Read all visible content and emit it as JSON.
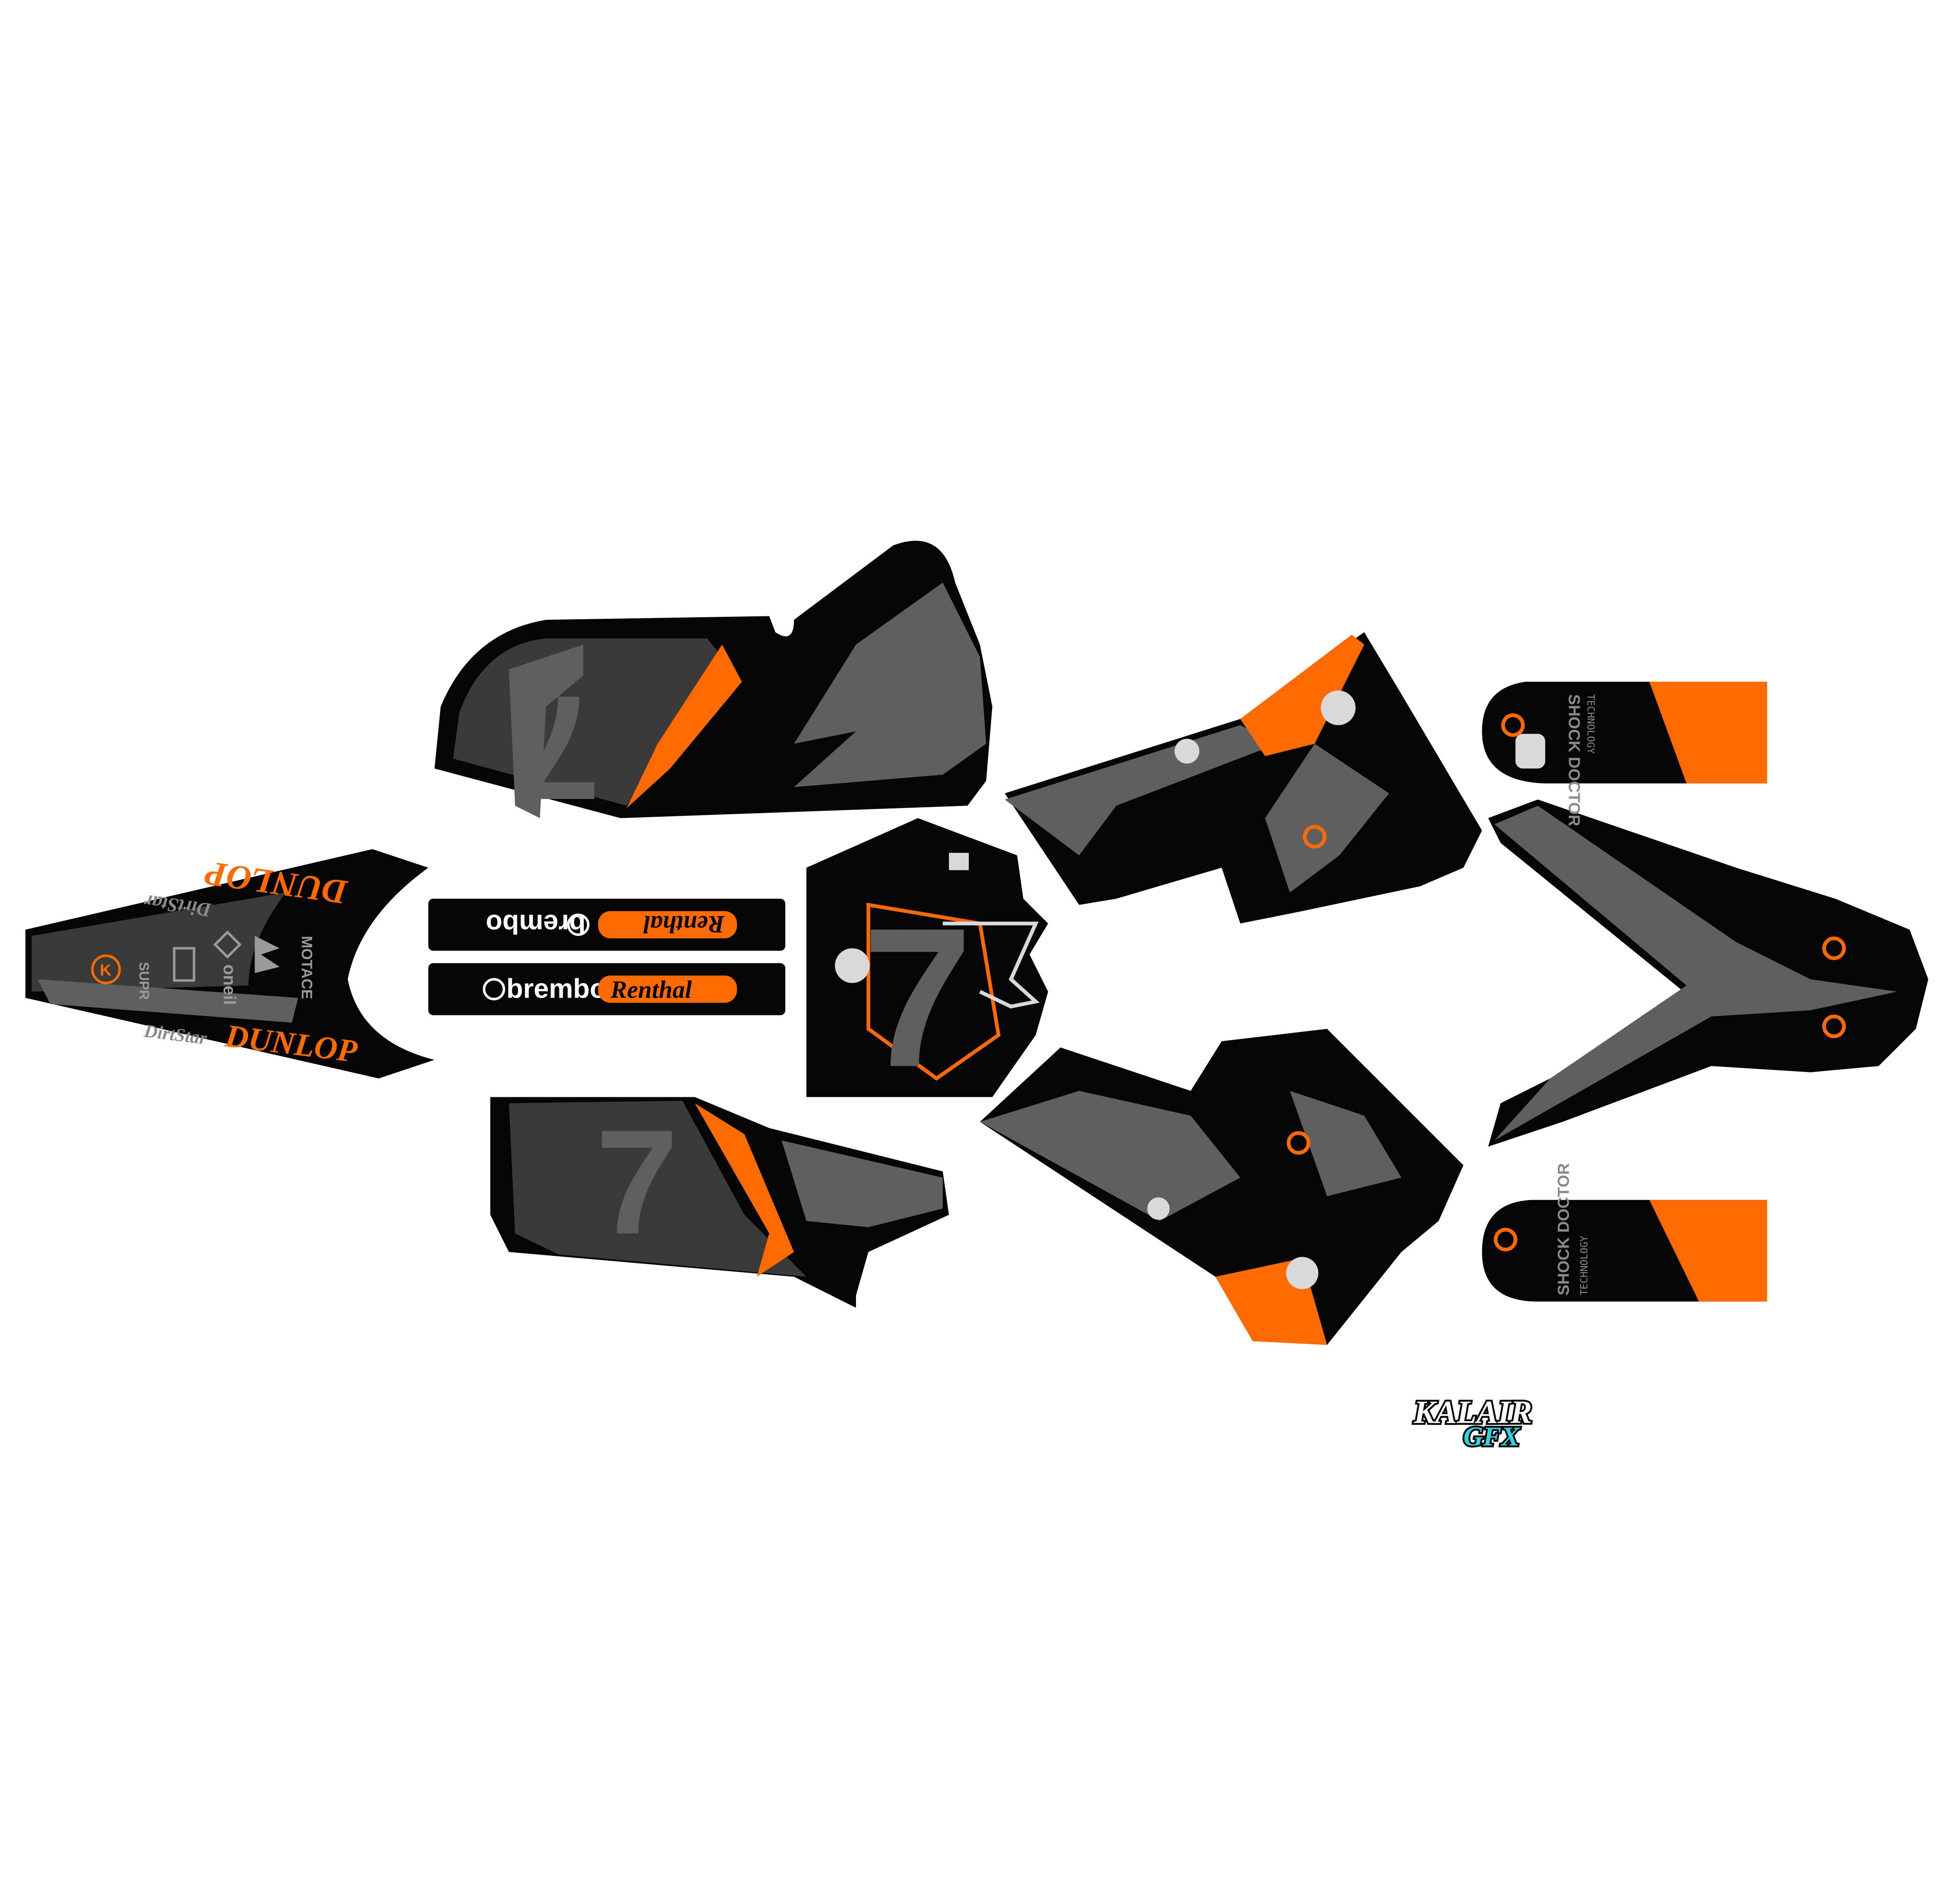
{
  "colors": {
    "background": "#ffffff",
    "black": "#050505",
    "dark_gray": "#3a3a3a",
    "mid_gray": "#5f5f5f",
    "light_gray": "#d9d9d9",
    "orange": "#ff6a00",
    "cyan": "#2fd3e0"
  },
  "rear_fender": {
    "brand_top": "DUNLOP",
    "brand_bottom": "DUNLOP",
    "tire_top": "DirtStar",
    "tire_bottom": "DirtStar",
    "logos": [
      "MOTACE",
      "SUPR",
      "oneil"
    ],
    "icons": [
      "k-circle-logo-icon",
      "diamond-logo-icon",
      "wing-logo-icon",
      "square-badge-icon"
    ]
  },
  "fork_guards": {
    "upper": {
      "brand_a": "brembo",
      "brand_b": "Renthal",
      "mirrored": true
    },
    "lower": {
      "brand_a": "brembo",
      "brand_b": "Renthal",
      "mirrored": false
    }
  },
  "number_plates": {
    "front": "7",
    "side_upper": "7",
    "side_lower": "7"
  },
  "fork_decals": {
    "upper": {
      "brand": "SHOCK DOCTOR",
      "sub": "TECHNOLOGY"
    },
    "lower": {
      "brand": "SHOCK DOCTOR",
      "sub": "TECHNOLOGY"
    }
  },
  "watermark": {
    "line1": "KALAIR",
    "line2": "GFX"
  }
}
